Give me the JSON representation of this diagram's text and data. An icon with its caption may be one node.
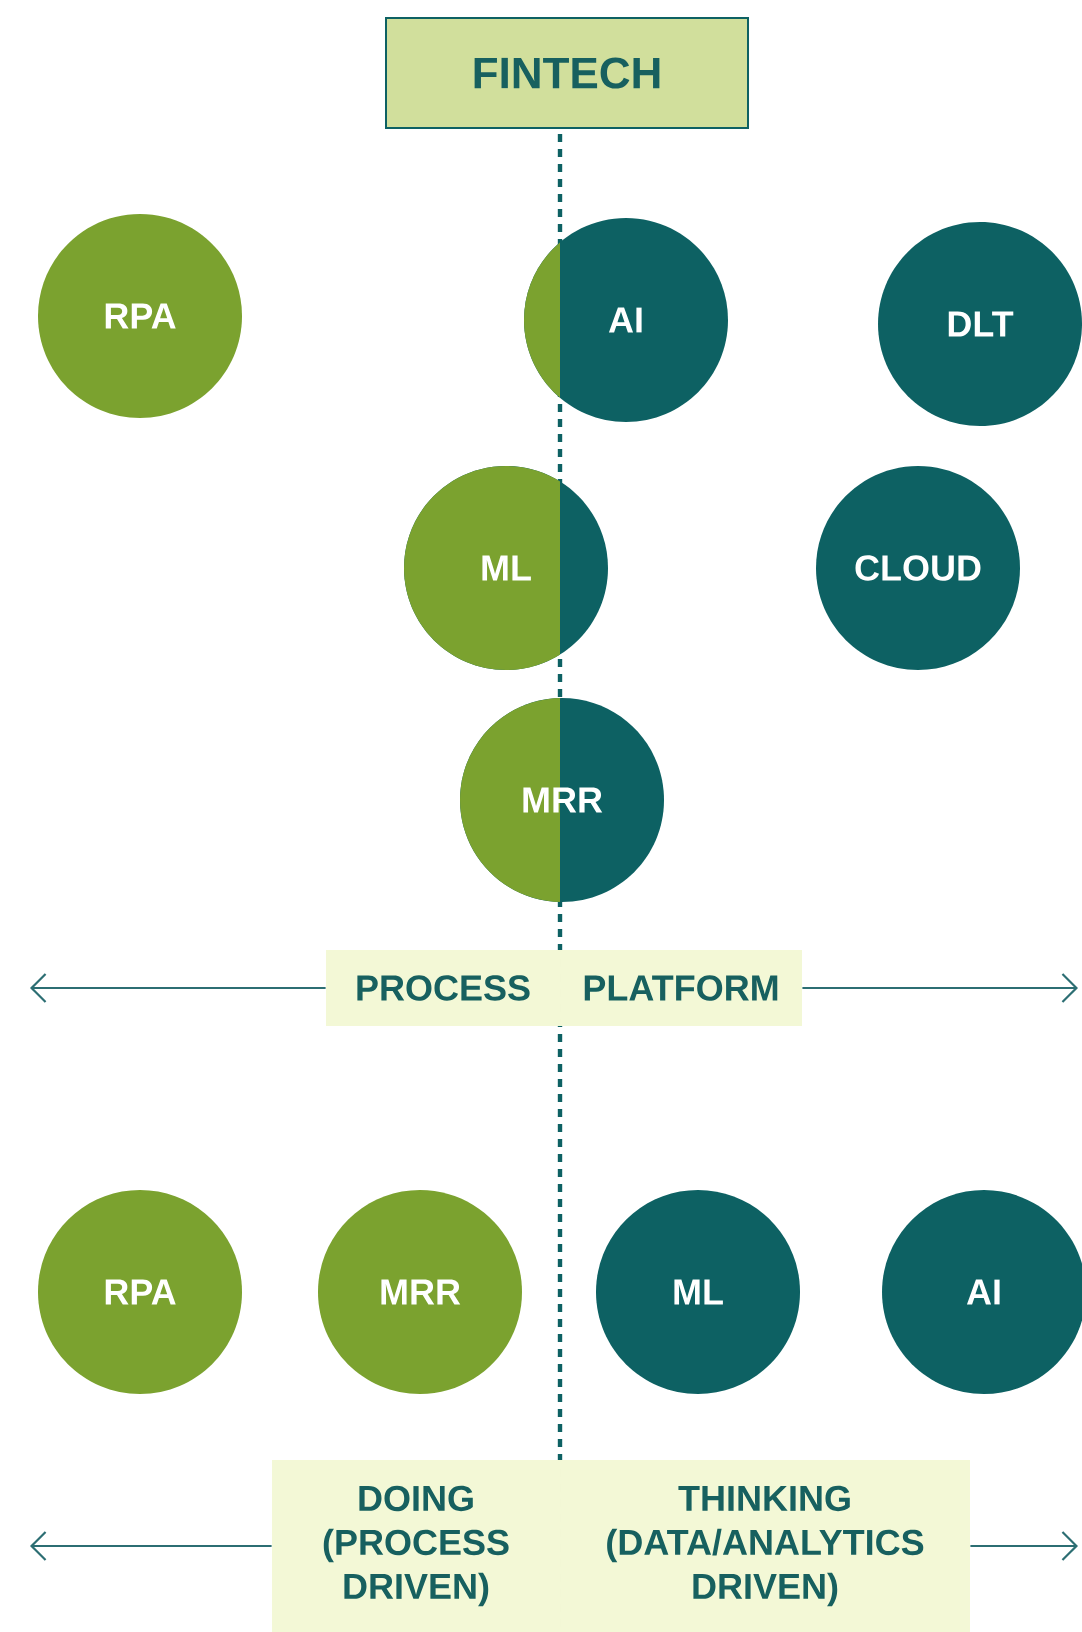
{
  "diagram": {
    "nodes": [
      {
        "text": [
          "FINTECH"
        ]
      },
      {
        "text": [
          "RPA"
        ]
      },
      {
        "text": [
          "AI"
        ]
      },
      {
        "text": [
          "DLT"
        ]
      },
      {
        "text": [
          "ML"
        ]
      },
      {
        "text": [
          "CLOUD"
        ]
      },
      {
        "text": [
          "MRR"
        ]
      },
      {
        "text": [
          "PROCESS"
        ]
      },
      {
        "text": [
          "PLATFORM"
        ]
      },
      {
        "text": [
          "RPA"
        ]
      },
      {
        "text": [
          "MRR"
        ]
      },
      {
        "text": [
          "ML"
        ]
      },
      {
        "text": [
          "AI"
        ]
      },
      {
        "text": [
          "DOING (PROCESS DRIVEN)"
        ]
      },
      {
        "text": [
          "THINKING (DATA/ANALYTICS DRIVEN)"
        ]
      }
    ],
    "edges": [
      {
        "from": 7,
        "to": null,
        "arrow": "to"
      },
      {
        "from": 8,
        "to": null,
        "arrow": "to"
      },
      {
        "from": 13,
        "to": null,
        "arrow": "to"
      },
      {
        "from": 14,
        "to": null,
        "arrow": "to"
      }
    ]
  }
}
